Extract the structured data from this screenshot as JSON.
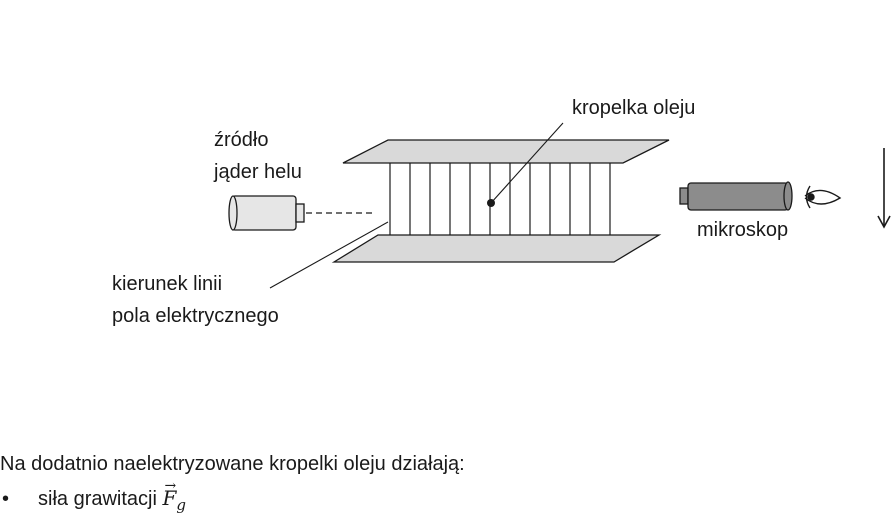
{
  "labels": {
    "source_line1": "źródło",
    "source_line2": "jąder helu",
    "droplet": "kropelka oleju",
    "field_line1": "kierunek linii",
    "field_line2": "pola elektrycznego",
    "microscope": "mikroskop"
  },
  "text": {
    "intro": "Na dodatnio naelektryzowane kropelki oleju działają:",
    "bullet_symbol": "•",
    "bullet_1_prefix": "siła grawitacji ",
    "force_symbol": "F",
    "force_vector_mark": "→",
    "force_subscript": "g"
  },
  "colors": {
    "plate_fill": "#d9d9d9",
    "cylinder_fill": "#e6e6e6",
    "microscope_fill": "#8c8c8c",
    "line": "#1a1a1a"
  }
}
